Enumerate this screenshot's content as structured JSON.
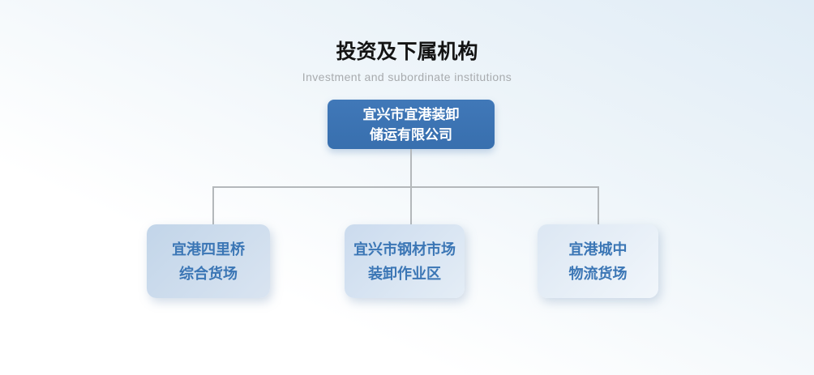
{
  "header": {
    "title": "投资及下属机构",
    "subtitle": "Investment and subordinate institutions"
  },
  "org_chart": {
    "root": {
      "label": "宜兴市宜港装卸储运有限公司",
      "line1": "宜兴市宜港装卸",
      "line2": "储运有限公司"
    },
    "children": [
      {
        "label": "宜港四里桥综合货场",
        "line1": "宜港四里桥",
        "line2": "综合货场"
      },
      {
        "label": "宜兴市钢材市场装卸作业区",
        "line1": "宜兴市钢材市场",
        "line2": "装卸作业区"
      },
      {
        "label": "宜港城中物流货场",
        "line1": "宜港城中",
        "line2": "物流货场"
      }
    ]
  },
  "colors": {
    "background_top": "#e0ecf6",
    "background_bottom": "#ffffff",
    "title_text": "#141414",
    "subtitle_text": "#a8abae",
    "root_box_bg": "#3b73b3",
    "root_box_text": "#ffffff",
    "child_box_text": "#3b76b5",
    "child_box_bg_1": "#c9daec",
    "child_box_bg_2": "#d3e0f0",
    "child_box_bg_3": "#e2ebf5",
    "connector": "#b4b8bb"
  }
}
